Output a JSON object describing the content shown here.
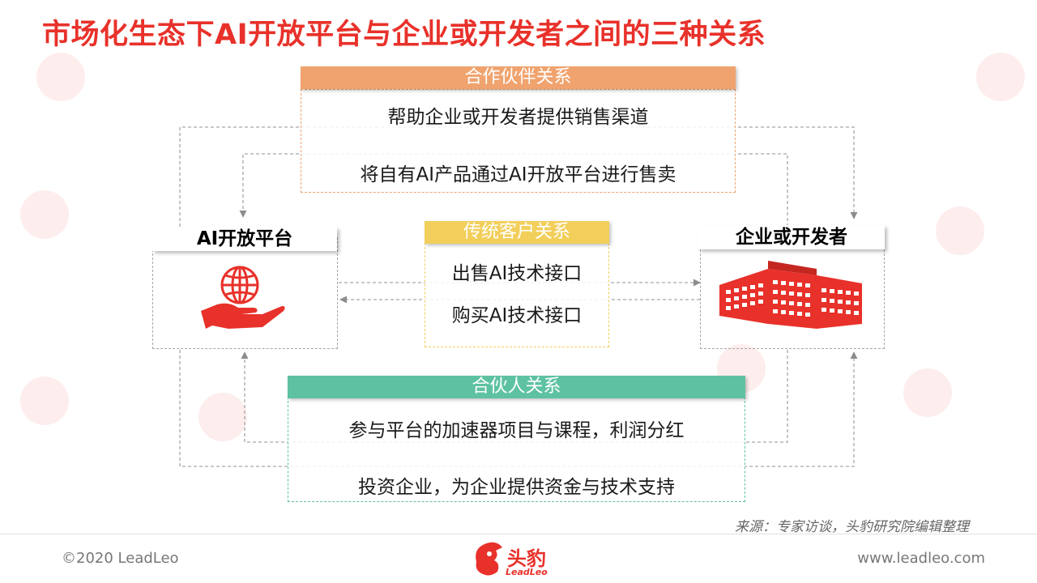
{
  "title": "市场化生态下AI开放平台与企业或开发者之间的三种关系",
  "partnership": {
    "header": "合作伙伴关系",
    "items": [
      "帮助企业或开发者提供销售渠道",
      "将自有AI产品通过AI开放平台进行售卖"
    ]
  },
  "traditional": {
    "header": "传统客户关系",
    "items": [
      "出售AI技术接口",
      "购买AI技术接口"
    ]
  },
  "copartner": {
    "header": "合伙人关系",
    "items": [
      "参与平台的加速器项目与课程，利润分红",
      "投资企业，为企业提供资金与技术支持"
    ]
  },
  "left_node": {
    "label": "AI开放平台",
    "icon": "globe-hand-icon"
  },
  "right_node": {
    "label": "企业或开发者",
    "icon": "building-icon"
  },
  "source": "来源：专家访谈，头豹研究院编辑整理",
  "footer": {
    "copyright": "©2020 LeadLeo",
    "website": "www.leadleo.com",
    "logo_cn": "头豹",
    "logo_en": "LeadLeo"
  },
  "colors": {
    "accent": "#e8312a",
    "partnership": "#f0a36e",
    "traditional": "#f2cf5b",
    "copartner": "#5ec2a2"
  }
}
